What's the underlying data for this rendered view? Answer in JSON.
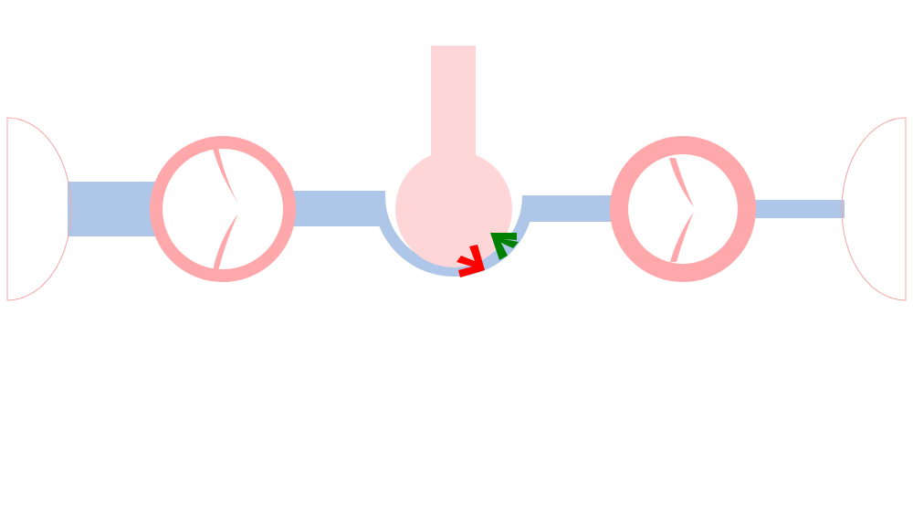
{
  "colors": {
    "background": "#ffffff",
    "channel": "#aec6e8",
    "valve_ring": "#ffa8ab",
    "valve_leaflet": "#ffa8ab",
    "chamber": "#ffd6d7",
    "end_cap_outline": "#f4a6a6",
    "arrow_forward": "#ff0000",
    "arrow_backward": "#008000"
  },
  "components": [
    {
      "name": "left-end-cap",
      "kind": "semicircle",
      "icon": "reservoir-icon"
    },
    {
      "name": "left-valve",
      "kind": "valve",
      "icon": "valve-icon"
    },
    {
      "name": "central-chamber",
      "kind": "chamber",
      "icon": "chamber-icon"
    },
    {
      "name": "right-valve",
      "kind": "valve",
      "icon": "valve-icon"
    },
    {
      "name": "right-end-cap",
      "kind": "semicircle",
      "icon": "reservoir-icon"
    }
  ],
  "arrows": [
    {
      "name": "forward-flow-arrow",
      "color_key": "arrow_forward",
      "icon": "chevron-arrow-icon"
    },
    {
      "name": "backward-flow-arrow",
      "color_key": "arrow_backward",
      "icon": "chevron-arrow-icon"
    }
  ]
}
